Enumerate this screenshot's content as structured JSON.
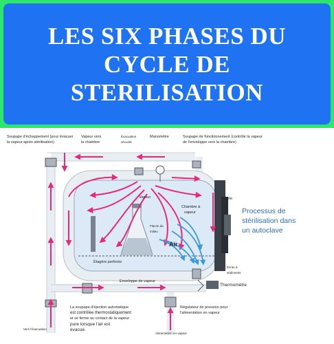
{
  "banner": {
    "title_lines": [
      "LES SIX PHASES DU",
      "CYCLE DE",
      "STERILISATION"
    ],
    "colors": {
      "border": "#2ee66a",
      "background": "#1f73f2",
      "text": "#ffffff"
    }
  },
  "diagram": {
    "caption_lines": [
      "Processus de",
      "stérilisation dans",
      "un autoclave"
    ],
    "colors": {
      "caption": "#2a6eb5",
      "steam_arrow": "#e8287a",
      "air_arrow": "#3a9ad9",
      "chamber": "#dbeaf6",
      "pipe": "#e9eef3"
    },
    "labels": {
      "soupape_echappement": [
        "Soupape d'échappement (pour évacuer",
        "la vapeur après stérilisation)"
      ],
      "vapeur_chambre": [
        "Vapeur vers",
        "la chambre"
      ],
      "evacuation_securite": [
        "Évacuation",
        "sécurité"
      ],
      "manometre": "Manomètre",
      "soupape_fonctionnement": [
        "Soupape de fonctionnement (contrôle la vapeur",
        "de l'enveloppe vers la chambre)"
      ],
      "porte": "Porte",
      "vapeur": "Vapeur",
      "chambre_vapeur": [
        "Chambre à",
        "vapeur"
      ],
      "flacon": [
        "Flacon de",
        "milieu"
      ],
      "air": "Air",
      "etagere": "Étagère perforée",
      "ecran": [
        "Écran à",
        "sédiments"
      ],
      "enveloppe": "Enveloppe de vapeur",
      "thermometre": "Thermomètre",
      "soupape_ejection": [
        "La soupape d'éjection automatique",
        "est contrôlée thermostatiquement",
        "et se ferme au contact de la vapeur",
        "pure lorsque l'air est",
        "évacué."
      ],
      "regulateur": [
        "Régulateur de pression pour",
        "l'alimentation en vapeur"
      ],
      "vers_evacuation": "Vers l'évacuation",
      "alimentation": "Alimentation en vapeur"
    }
  }
}
